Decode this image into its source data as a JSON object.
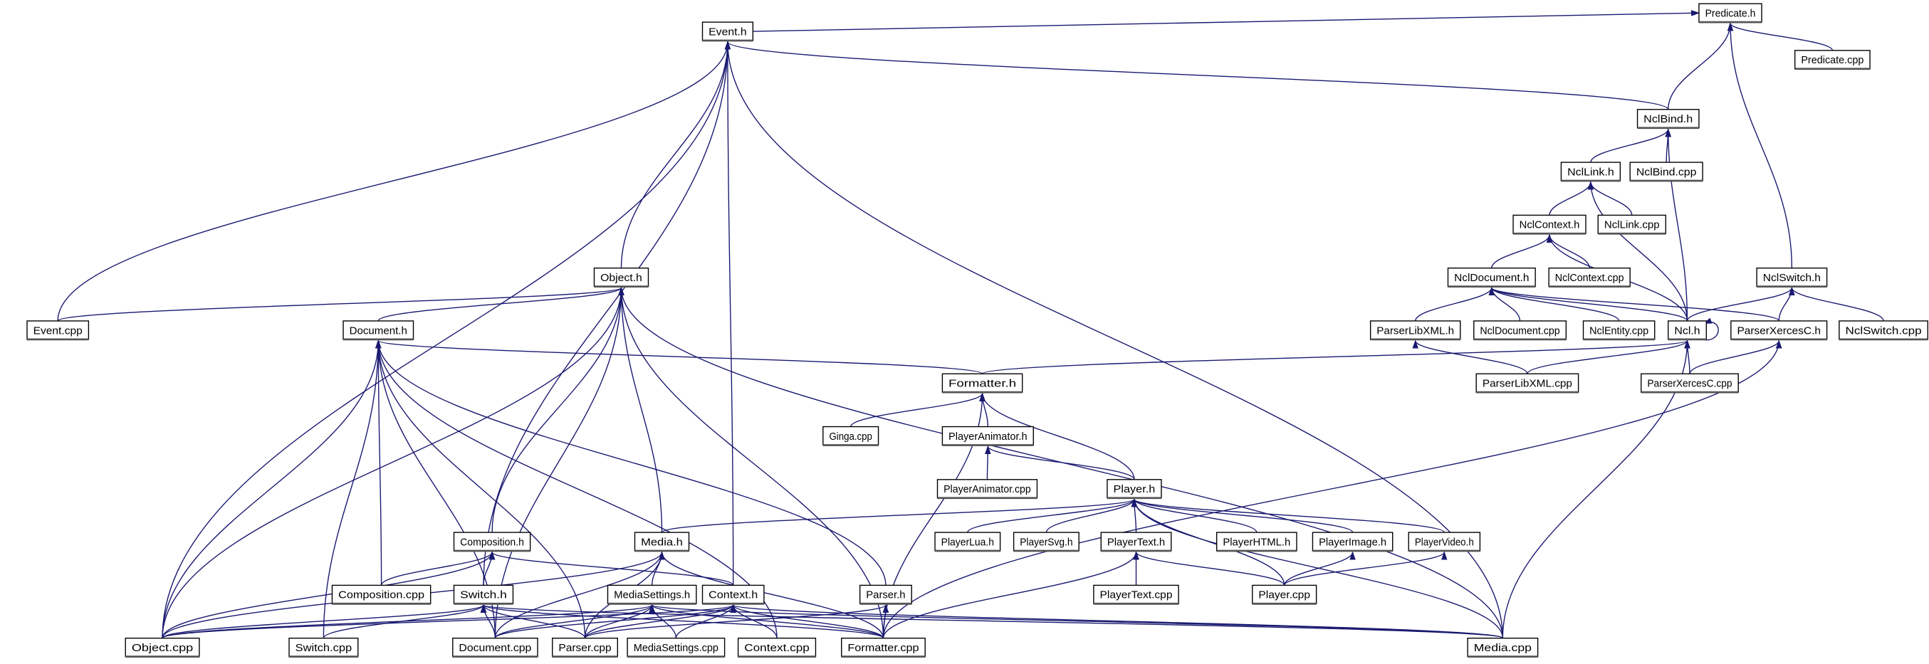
{
  "colors": {
    "edge": "#191970",
    "root_fill": "#bfbfbf",
    "node_border": "#000000",
    "missing_border": "#ff0000"
  },
  "root": "Predicate.h",
  "nodes": [
    {
      "id": "Predicate.h",
      "label": "Predicate.h",
      "style": "root"
    },
    {
      "id": "Event.h",
      "label": "Event.h"
    },
    {
      "id": "Predicate.cpp",
      "label": "Predicate.cpp"
    },
    {
      "id": "NclBind.h",
      "label": "NclBind.h"
    },
    {
      "id": "NclLink.h",
      "label": "NclLink.h"
    },
    {
      "id": "NclBind.cpp",
      "label": "NclBind.cpp"
    },
    {
      "id": "NclContext.h",
      "label": "NclContext.h"
    },
    {
      "id": "NclLink.cpp",
      "label": "NclLink.cpp"
    },
    {
      "id": "NclDocument.h",
      "label": "NclDocument.h"
    },
    {
      "id": "NclContext.cpp",
      "label": "NclContext.cpp"
    },
    {
      "id": "NclSwitch.h",
      "label": "NclSwitch.h"
    },
    {
      "id": "Object.h",
      "label": "Object.h"
    },
    {
      "id": "Event.cpp",
      "label": "Event.cpp"
    },
    {
      "id": "Document.h",
      "label": "Document.h"
    },
    {
      "id": "ParserLibXML.h",
      "label": "ParserLibXML.h"
    },
    {
      "id": "NclDocument.cpp",
      "label": "NclDocument.cpp"
    },
    {
      "id": "NclEntity.cpp",
      "label": "NclEntity.cpp"
    },
    {
      "id": "Ncl.h",
      "label": "Ncl.h"
    },
    {
      "id": "ParserXercesC.h",
      "label": "ParserXercesC.h"
    },
    {
      "id": "NclSwitch.cpp",
      "label": "NclSwitch.cpp"
    },
    {
      "id": "Formatter.h",
      "label": "Formatter.h"
    },
    {
      "id": "ParserLibXML.cpp",
      "label": "ParserLibXML.cpp"
    },
    {
      "id": "ParserXercesC.cpp",
      "label": "ParserXercesC.cpp"
    },
    {
      "id": "Ginga.cpp",
      "label": "Ginga.cpp"
    },
    {
      "id": "PlayerAnimator.h",
      "label": "PlayerAnimator.h"
    },
    {
      "id": "PlayerAnimator.cpp",
      "label": "PlayerAnimator.cpp"
    },
    {
      "id": "Player.h",
      "label": "Player.h"
    },
    {
      "id": "Composition.h",
      "label": "Composition.h"
    },
    {
      "id": "Media.h",
      "label": "Media.h"
    },
    {
      "id": "PlayerLua.h",
      "label": "PlayerLua.h",
      "style": "missing"
    },
    {
      "id": "PlayerSvg.h",
      "label": "PlayerSvg.h",
      "style": "missing"
    },
    {
      "id": "PlayerText.h",
      "label": "PlayerText.h"
    },
    {
      "id": "PlayerHTML.h",
      "label": "PlayerHTML.h",
      "style": "missing"
    },
    {
      "id": "PlayerImage.h",
      "label": "PlayerImage.h",
      "style": "missing"
    },
    {
      "id": "PlayerVideo.h",
      "label": "PlayerVideo.h",
      "style": "missing"
    },
    {
      "id": "Composition.cpp",
      "label": "Composition.cpp"
    },
    {
      "id": "Switch.h",
      "label": "Switch.h"
    },
    {
      "id": "MediaSettings.h",
      "label": "MediaSettings.h"
    },
    {
      "id": "Context.h",
      "label": "Context.h"
    },
    {
      "id": "Parser.h",
      "label": "Parser.h"
    },
    {
      "id": "PlayerText.cpp",
      "label": "PlayerText.cpp"
    },
    {
      "id": "Player.cpp",
      "label": "Player.cpp"
    },
    {
      "id": "Object.cpp",
      "label": "Object.cpp"
    },
    {
      "id": "Switch.cpp",
      "label": "Switch.cpp"
    },
    {
      "id": "Document.cpp",
      "label": "Document.cpp"
    },
    {
      "id": "Parser.cpp",
      "label": "Parser.cpp"
    },
    {
      "id": "MediaSettings.cpp",
      "label": "MediaSettings.cpp"
    },
    {
      "id": "Context.cpp",
      "label": "Context.cpp"
    },
    {
      "id": "Formatter.cpp",
      "label": "Formatter.cpp"
    },
    {
      "id": "Media.cpp",
      "label": "Media.cpp"
    }
  ],
  "edges": [
    [
      "Event.h",
      "Predicate.h"
    ],
    [
      "NclBind.h",
      "Predicate.h"
    ],
    [
      "NclSwitch.h",
      "Predicate.h"
    ],
    [
      "Predicate.cpp",
      "Predicate.h"
    ],
    [
      "NclBind.h",
      "Event.h"
    ],
    [
      "Object.h",
      "Event.h"
    ],
    [
      "Event.cpp",
      "Event.h"
    ],
    [
      "Object.cpp",
      "Event.h"
    ],
    [
      "Switch.h",
      "Event.h"
    ],
    [
      "Context.h",
      "Event.h"
    ],
    [
      "Media.cpp",
      "Event.h"
    ],
    [
      "NclLink.h",
      "NclBind.h"
    ],
    [
      "NclBind.cpp",
      "NclBind.h"
    ],
    [
      "Ncl.h",
      "NclBind.h"
    ],
    [
      "NclContext.h",
      "NclLink.h"
    ],
    [
      "NclLink.cpp",
      "NclLink.h"
    ],
    [
      "Ncl.h",
      "NclLink.h"
    ],
    [
      "NclDocument.h",
      "NclContext.h"
    ],
    [
      "NclContext.cpp",
      "NclContext.h"
    ],
    [
      "Ncl.h",
      "NclContext.h"
    ],
    [
      "ParserLibXML.h",
      "NclDocument.h"
    ],
    [
      "NclDocument.cpp",
      "NclDocument.h"
    ],
    [
      "NclEntity.cpp",
      "NclDocument.h"
    ],
    [
      "Ncl.h",
      "NclDocument.h"
    ],
    [
      "ParserXercesC.h",
      "NclDocument.h"
    ],
    [
      "Ncl.h",
      "NclSwitch.h"
    ],
    [
      "ParserXercesC.h",
      "NclSwitch.h"
    ],
    [
      "NclSwitch.cpp",
      "NclSwitch.h"
    ],
    [
      "Ncl.h",
      "Ncl.h"
    ],
    [
      "Formatter.h",
      "Ncl.h"
    ],
    [
      "ParserLibXML.cpp",
      "Ncl.h"
    ],
    [
      "ParserXercesC.cpp",
      "Ncl.h"
    ],
    [
      "Media.cpp",
      "Ncl.h"
    ],
    [
      "ParserLibXML.cpp",
      "ParserLibXML.h"
    ],
    [
      "ParserXercesC.cpp",
      "ParserXercesC.h"
    ],
    [
      "Formatter.cpp",
      "ParserXercesC.h"
    ],
    [
      "Event.cpp",
      "Object.h"
    ],
    [
      "Document.h",
      "Object.h"
    ],
    [
      "Object.cpp",
      "Object.h"
    ],
    [
      "Document.cpp",
      "Object.h"
    ],
    [
      "Composition.h",
      "Object.h"
    ],
    [
      "Media.h",
      "Object.h"
    ],
    [
      "Formatter.cpp",
      "Object.h"
    ],
    [
      "Media.cpp",
      "Object.h"
    ],
    [
      "Object.cpp",
      "Document.h"
    ],
    [
      "Switch.cpp",
      "Document.h"
    ],
    [
      "Document.cpp",
      "Document.h"
    ],
    [
      "Composition.cpp",
      "Document.h"
    ],
    [
      "Formatter.h",
      "Document.h"
    ],
    [
      "Parser.h",
      "Document.h"
    ],
    [
      "Context.cpp",
      "Document.h"
    ],
    [
      "Parser.cpp",
      "Document.h"
    ],
    [
      "Ginga.cpp",
      "Formatter.h"
    ],
    [
      "PlayerAnimator.h",
      "Formatter.h"
    ],
    [
      "Player.h",
      "Formatter.h"
    ],
    [
      "Formatter.cpp",
      "Formatter.h"
    ],
    [
      "PlayerAnimator.cpp",
      "PlayerAnimator.h"
    ],
    [
      "Player.h",
      "PlayerAnimator.h"
    ],
    [
      "Media.h",
      "Player.h"
    ],
    [
      "PlayerLua.h",
      "Player.h"
    ],
    [
      "PlayerSvg.h",
      "Player.h"
    ],
    [
      "PlayerText.h",
      "Player.h"
    ],
    [
      "PlayerHTML.h",
      "Player.h"
    ],
    [
      "PlayerImage.h",
      "Player.h"
    ],
    [
      "PlayerVideo.h",
      "Player.h"
    ],
    [
      "Player.cpp",
      "Player.h"
    ],
    [
      "Media.cpp",
      "Player.h"
    ],
    [
      "PlayerText.cpp",
      "PlayerText.h"
    ],
    [
      "Player.cpp",
      "PlayerText.h"
    ],
    [
      "Formatter.cpp",
      "PlayerText.h"
    ],
    [
      "Player.cpp",
      "PlayerImage.h"
    ],
    [
      "Player.cpp",
      "PlayerVideo.h"
    ],
    [
      "Composition.cpp",
      "Composition.h"
    ],
    [
      "Switch.h",
      "Composition.h"
    ],
    [
      "Context.h",
      "Composition.h"
    ],
    [
      "Object.cpp",
      "Composition.h"
    ],
    [
      "MediaSettings.h",
      "Media.h"
    ],
    [
      "Object.cpp",
      "Media.h"
    ],
    [
      "Document.cpp",
      "Media.h"
    ],
    [
      "Parser.cpp",
      "Media.h"
    ],
    [
      "Formatter.cpp",
      "Media.h"
    ],
    [
      "Object.cpp",
      "Switch.h"
    ],
    [
      "Switch.cpp",
      "Switch.h"
    ],
    [
      "Document.cpp",
      "Switch.h"
    ],
    [
      "Parser.cpp",
      "Switch.h"
    ],
    [
      "Formatter.cpp",
      "Switch.h"
    ],
    [
      "Media.cpp",
      "Switch.h"
    ],
    [
      "Object.cpp",
      "MediaSettings.h"
    ],
    [
      "Document.cpp",
      "MediaSettings.h"
    ],
    [
      "Parser.cpp",
      "MediaSettings.h"
    ],
    [
      "MediaSettings.cpp",
      "MediaSettings.h"
    ],
    [
      "Formatter.cpp",
      "MediaSettings.h"
    ],
    [
      "Media.cpp",
      "MediaSettings.h"
    ],
    [
      "Object.cpp",
      "Context.h"
    ],
    [
      "Document.cpp",
      "Context.h"
    ],
    [
      "Parser.cpp",
      "Context.h"
    ],
    [
      "MediaSettings.cpp",
      "Context.h"
    ],
    [
      "Context.cpp",
      "Context.h"
    ],
    [
      "Formatter.cpp",
      "Context.h"
    ],
    [
      "Media.cpp",
      "Context.h"
    ],
    [
      "Parser.cpp",
      "Parser.h"
    ],
    [
      "Formatter.cpp",
      "Parser.h"
    ]
  ]
}
